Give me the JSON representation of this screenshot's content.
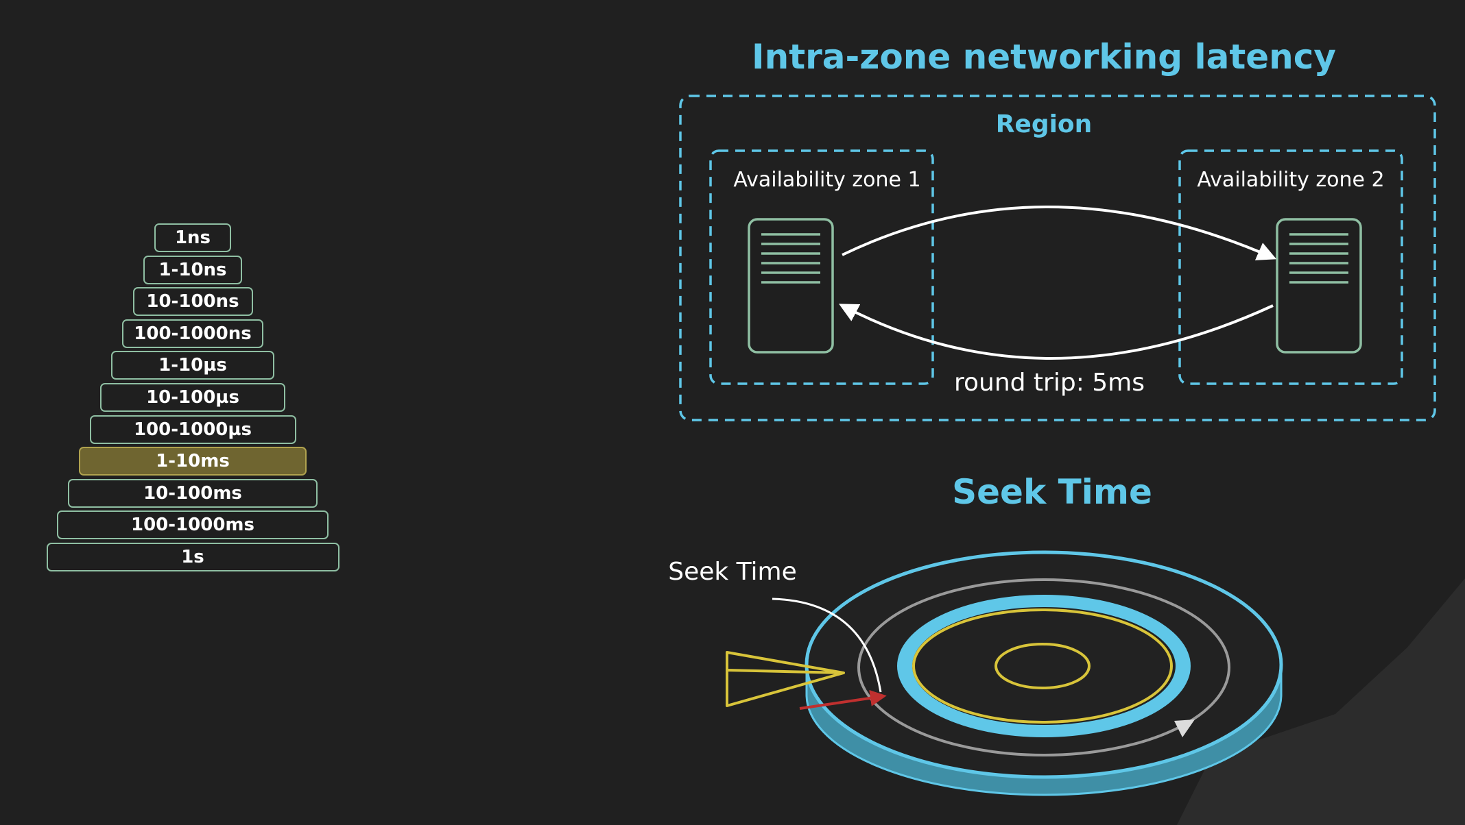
{
  "latency_ladder": {
    "tiers": [
      {
        "label": "1ns",
        "highlighted": false
      },
      {
        "label": "1-10ns",
        "highlighted": false
      },
      {
        "label": "10-100ns",
        "highlighted": false
      },
      {
        "label": "100-1000ns",
        "highlighted": false
      },
      {
        "label": "1-10µs",
        "highlighted": false
      },
      {
        "label": "10-100µs",
        "highlighted": false
      },
      {
        "label": "100-1000µs",
        "highlighted": false
      },
      {
        "label": "1-10ms",
        "highlighted": true
      },
      {
        "label": "10-100ms",
        "highlighted": false
      },
      {
        "label": "100-1000ms",
        "highlighted": false
      },
      {
        "label": "1s",
        "highlighted": false
      }
    ]
  },
  "network_diagram": {
    "title": "Intra-zone networking latency",
    "region_label": "Region",
    "zone1_label": "Availability zone 1",
    "zone2_label": "Availability zone 2",
    "round_trip_label": "round trip: 5ms"
  },
  "seek_diagram": {
    "title": "Seek Time",
    "callout_label": "Seek Time"
  },
  "colors": {
    "accent": "#5fc7e8",
    "tier_border": "#8fbfa3",
    "tier_highlight": "#6f6530",
    "server": "#8fbfa3",
    "disk_rim": "#5fc7e8",
    "track_yellow": "#d8c43a",
    "seek_arrow": "#c0302f"
  }
}
